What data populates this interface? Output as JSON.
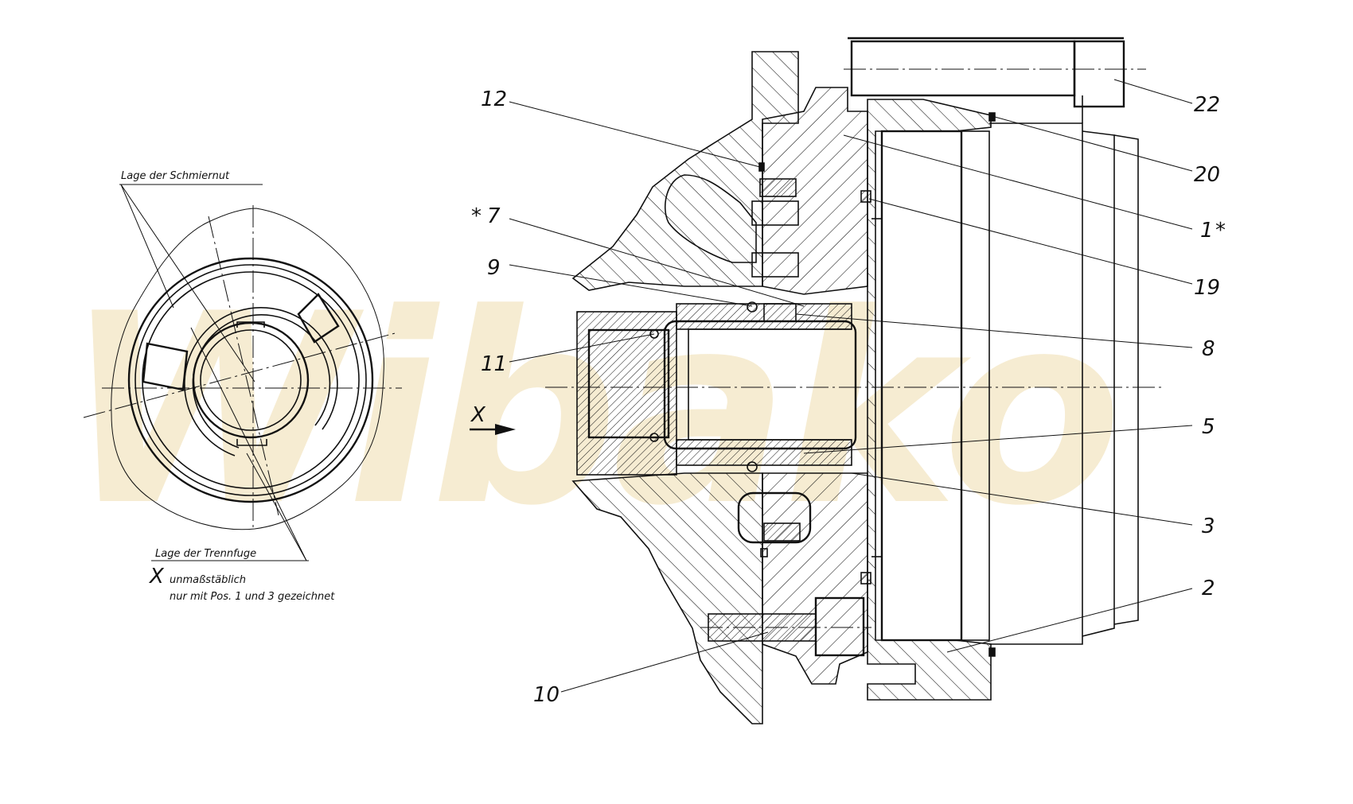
{
  "watermark": "Wibako",
  "detail": {
    "lubrication_groove_label": "Lage der Schmiernut",
    "parting_line_label": "Lage der Trennfuge",
    "view_letter": "X",
    "view_note_line1": "unmaßstäblich",
    "view_note_line2": "nur mit Pos. 1 und 3 gezeichnet"
  },
  "section_view_letter": "X",
  "callouts": {
    "c1": "1",
    "c1_star": "*",
    "c2": "2",
    "c3": "3",
    "c5": "5",
    "c7": "7",
    "c7_star": "*",
    "c8": "8",
    "c9": "9",
    "c10": "10",
    "c11": "11",
    "c12": "12",
    "c19": "19",
    "c20": "20",
    "c22": "22"
  },
  "colors": {
    "line": "#111111",
    "watermark": "#f6ecd2"
  }
}
